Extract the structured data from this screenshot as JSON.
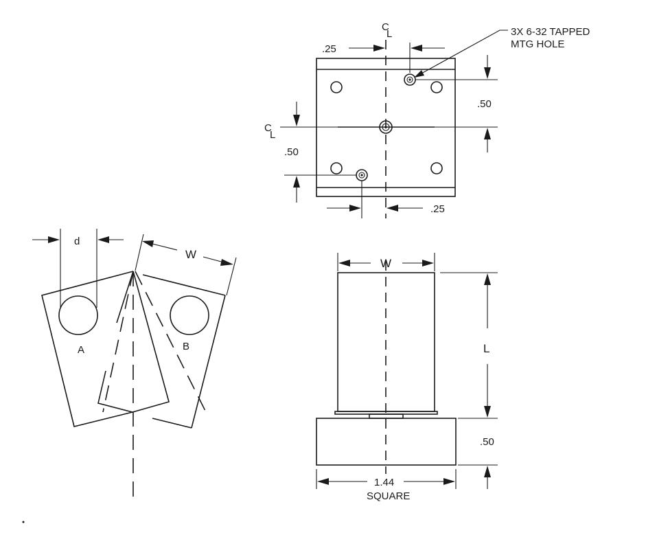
{
  "top_view": {
    "centerline_vertical": "C",
    "centerline_vertical_sub": "L",
    "centerline_horizontal": "C",
    "centerline_horizontal_sub": "L",
    "callout_line1": "3X 6-32 TAPPED",
    "callout_line2": "MTG HOLE",
    "dim_top_left": ".25",
    "dim_right": ".50",
    "dim_left": ".50",
    "dim_bottom_right": ".25"
  },
  "angled_view": {
    "dim_d": "d",
    "dim_w": "W",
    "label_a": "A",
    "label_b": "B"
  },
  "side_view": {
    "dim_w": "W",
    "dim_l": "L",
    "dim_height": ".50",
    "dim_width": "1.44",
    "dim_width_note": "SQUARE"
  },
  "colors": {
    "ink": "#1a1a1a",
    "paper": "#ffffff"
  }
}
